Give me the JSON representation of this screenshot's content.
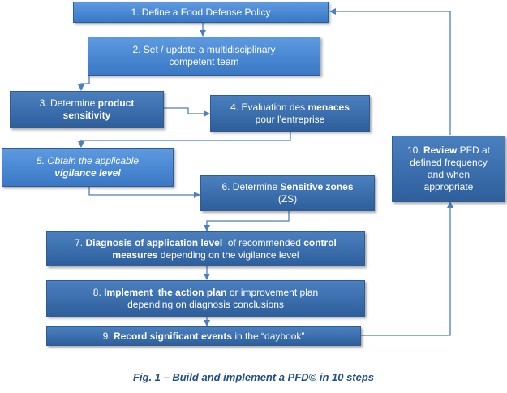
{
  "steps": {
    "s1": {
      "text": "1. Define a Food Defense Policy"
    },
    "s2": {
      "line1": "2. Set / update a multidisciplinary",
      "line2": "competent team"
    },
    "s3": {
      "pre": "3. Determine ",
      "bold1": "product",
      "bold2": "sensitivity"
    },
    "s4": {
      "pre": "4. Evaluation des ",
      "bold": "menaces",
      "line2": "pour l'entreprise"
    },
    "s5": {
      "line1": "5. Obtain the applicable",
      "bold": "vigilance level"
    },
    "s6": {
      "pre": "6. Determine ",
      "bold": "Sensitive zones",
      "line2": "(ZS)"
    },
    "s7": {
      "pre": "7. ",
      "bold1": "Diagnosis of application level",
      "mid": "  of recommended ",
      "bold2": "control",
      "bold3": "measures",
      "post": " depending on the vigilance level"
    },
    "s8": {
      "pre": "8. ",
      "bold": "Implement  the action plan",
      "mid": " or improvement plan",
      "line2": "depending on diagnosis conclusions"
    },
    "s9": {
      "pre": "9. ",
      "bold": "Record significant events",
      "post": " in the “daybook”"
    },
    "s10": {
      "pre": "10. ",
      "bold": "Review",
      "post": " PFD at",
      "line2": "defined frequency",
      "line3": "and when",
      "line4": "appropriate"
    }
  },
  "caption": "Fig. 1 – Build and implement a PFD© in 10 steps",
  "colors": {
    "box_light": "#4a8ad6",
    "box_dark": "#3a6eae",
    "border": "#2f5d8f",
    "arrow": "#4a7fc0",
    "caption": "#1f4e8c"
  }
}
